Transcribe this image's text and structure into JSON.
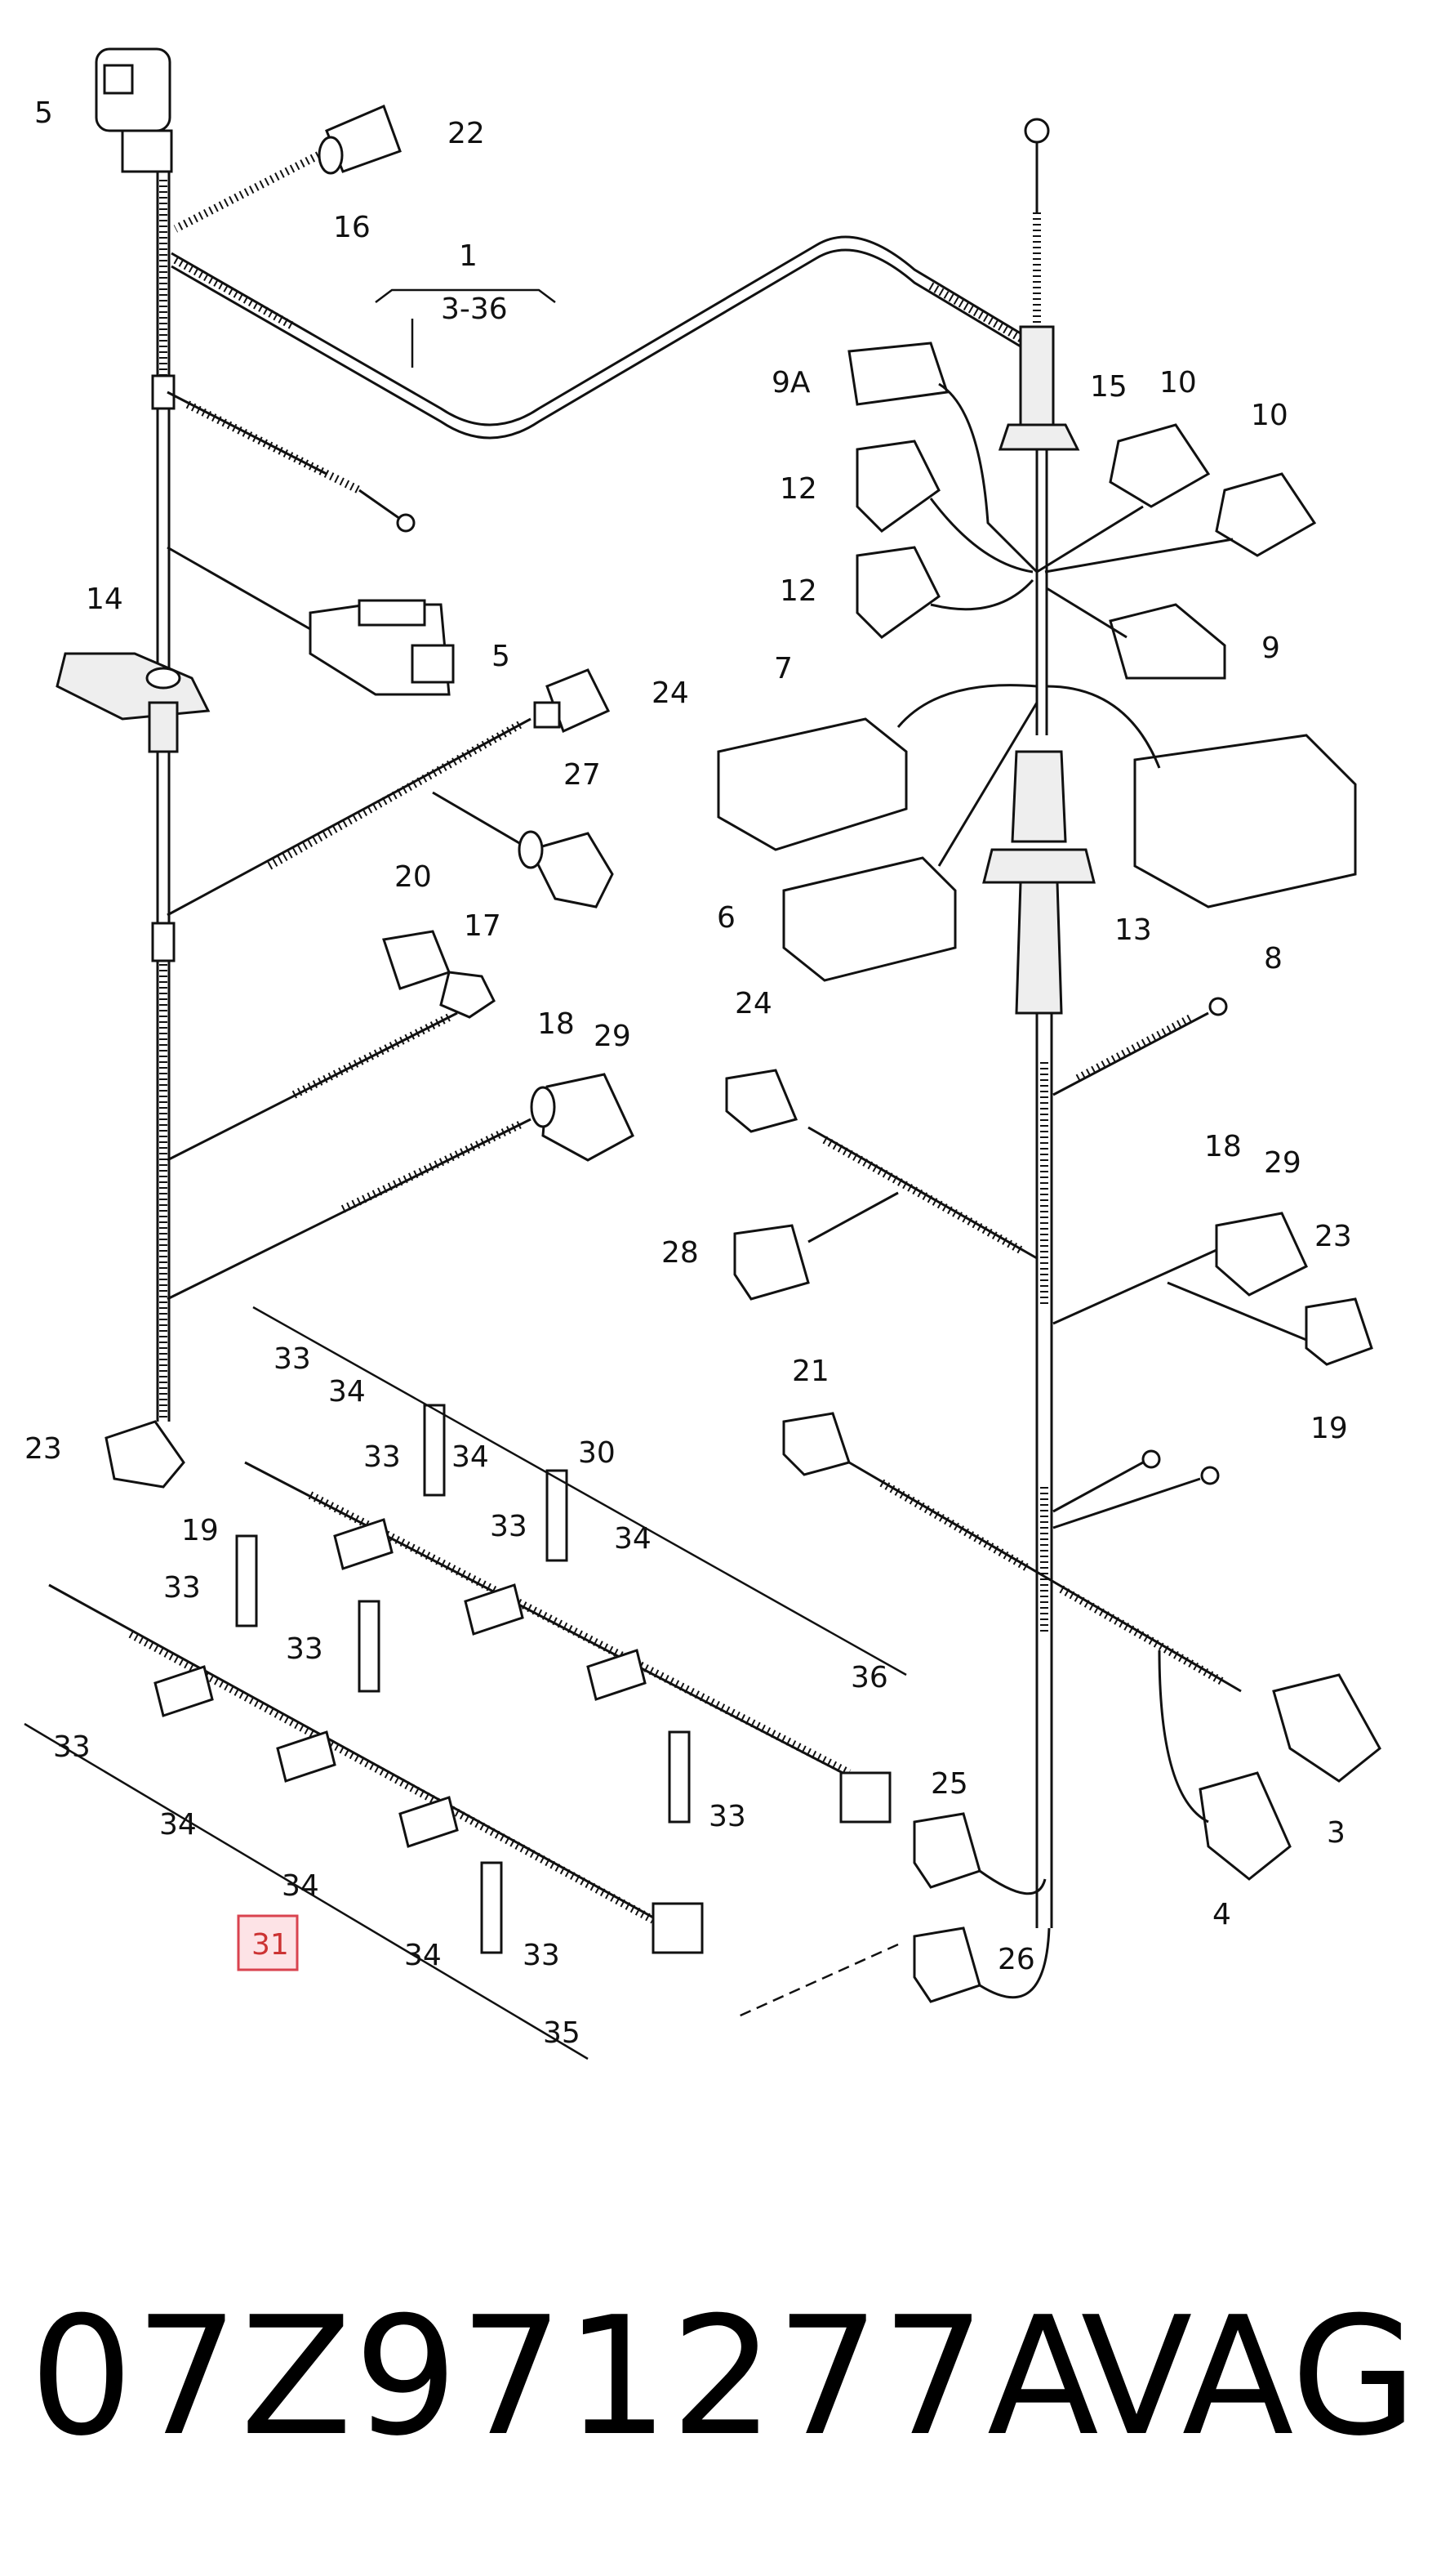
{
  "diagram": {
    "group_label": "1",
    "group_range": "3-36",
    "highlighted_label": "31",
    "callouts": [
      {
        "id": "c5a",
        "text": "5"
      },
      {
        "id": "c22",
        "text": "22"
      },
      {
        "id": "c16",
        "text": "16"
      },
      {
        "id": "c14",
        "text": "14"
      },
      {
        "id": "c5b",
        "text": "5"
      },
      {
        "id": "c24a",
        "text": "24"
      },
      {
        "id": "c27",
        "text": "27"
      },
      {
        "id": "c20",
        "text": "20"
      },
      {
        "id": "c17",
        "text": "17"
      },
      {
        "id": "c18a",
        "text": "18"
      },
      {
        "id": "c29a",
        "text": "29"
      },
      {
        "id": "c23a",
        "text": "23"
      },
      {
        "id": "c19a",
        "text": "19"
      },
      {
        "id": "c9A",
        "text": "9A"
      },
      {
        "id": "c15",
        "text": "15"
      },
      {
        "id": "c10a",
        "text": "10"
      },
      {
        "id": "c10b",
        "text": "10"
      },
      {
        "id": "c12a",
        "text": "12"
      },
      {
        "id": "c12b",
        "text": "12"
      },
      {
        "id": "c9",
        "text": "9"
      },
      {
        "id": "c7",
        "text": "7"
      },
      {
        "id": "c6",
        "text": "6"
      },
      {
        "id": "c13",
        "text": "13"
      },
      {
        "id": "c8",
        "text": "8"
      },
      {
        "id": "c24b",
        "text": "24"
      },
      {
        "id": "c28",
        "text": "28"
      },
      {
        "id": "c18b",
        "text": "18"
      },
      {
        "id": "c29b",
        "text": "29"
      },
      {
        "id": "c23b",
        "text": "23"
      },
      {
        "id": "c19b",
        "text": "19"
      },
      {
        "id": "c21",
        "text": "21"
      },
      {
        "id": "c30",
        "text": "30"
      },
      {
        "id": "c33a",
        "text": "33"
      },
      {
        "id": "c34a",
        "text": "34"
      },
      {
        "id": "c33b",
        "text": "33"
      },
      {
        "id": "c34b",
        "text": "34"
      },
      {
        "id": "c33c",
        "text": "33"
      },
      {
        "id": "c34c",
        "text": "34"
      },
      {
        "id": "c36",
        "text": "36"
      },
      {
        "id": "c33d",
        "text": "33"
      },
      {
        "id": "c33e",
        "text": "33"
      },
      {
        "id": "c33f",
        "text": "33"
      },
      {
        "id": "c34d",
        "text": "34"
      },
      {
        "id": "c34e",
        "text": "34"
      },
      {
        "id": "c34f",
        "text": "34"
      },
      {
        "id": "c33g",
        "text": "33"
      },
      {
        "id": "c33h",
        "text": "33"
      },
      {
        "id": "c35",
        "text": "35"
      },
      {
        "id": "c25",
        "text": "25"
      },
      {
        "id": "c26",
        "text": "26"
      },
      {
        "id": "c3",
        "text": "3"
      },
      {
        "id": "c4",
        "text": "4"
      }
    ]
  },
  "footer": {
    "part_number": "07Z971277A",
    "brand": "VAG"
  },
  "colors": {
    "line": "#111111",
    "highlight_fill": "#fde3e6",
    "highlight_stroke": "#d9434f",
    "background": "#ffffff"
  }
}
